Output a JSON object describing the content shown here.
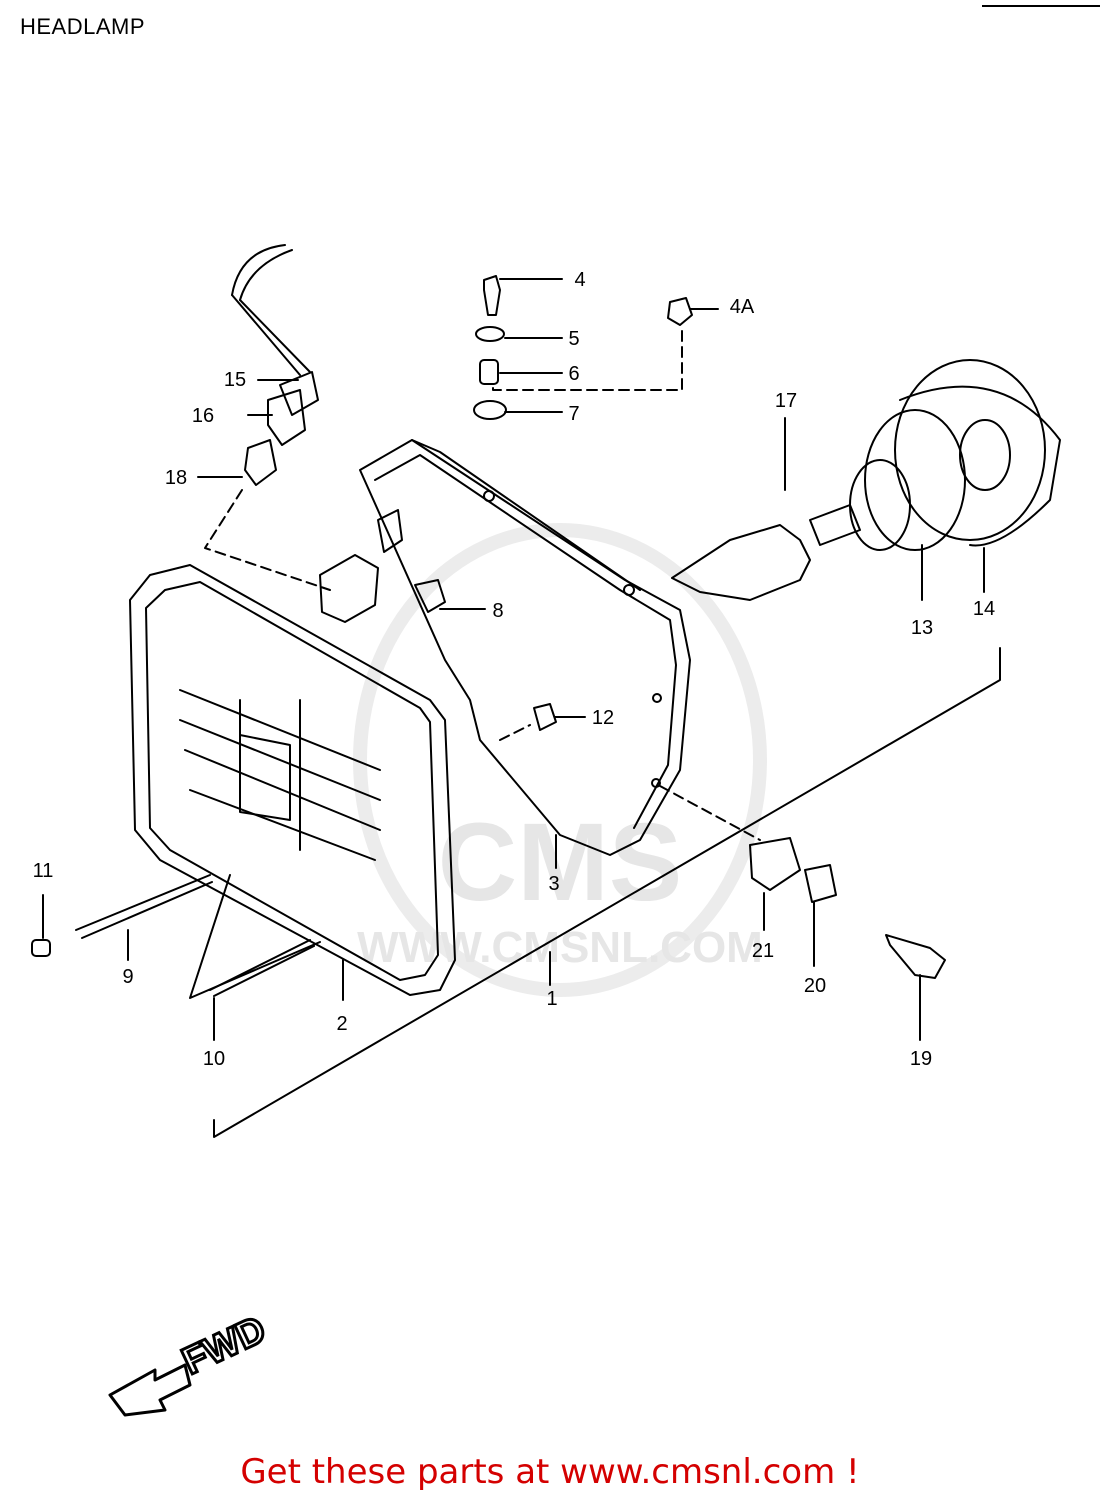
{
  "title": "HEADLAMP",
  "footer": "Get these parts at www.cmsnl.com !",
  "watermark": "WWW.CMSNL.COM",
  "watermark_logo": "CMS",
  "fwd_label": "FWD",
  "callouts": {
    "p1": "1",
    "p2": "2",
    "p3": "3",
    "p4": "4",
    "p4a": "4A",
    "p5": "5",
    "p6": "6",
    "p7": "7",
    "p8": "8",
    "p9": "9",
    "p10": "10",
    "p11": "11",
    "p12": "12",
    "p13": "13",
    "p14": "14",
    "p15": "15",
    "p16": "16",
    "p17": "17",
    "p18": "18",
    "p19": "19",
    "p20": "20",
    "p21": "21"
  },
  "colors": {
    "line": "#000000",
    "footer": "#d40000",
    "watermark": "#e6e6e6"
  }
}
